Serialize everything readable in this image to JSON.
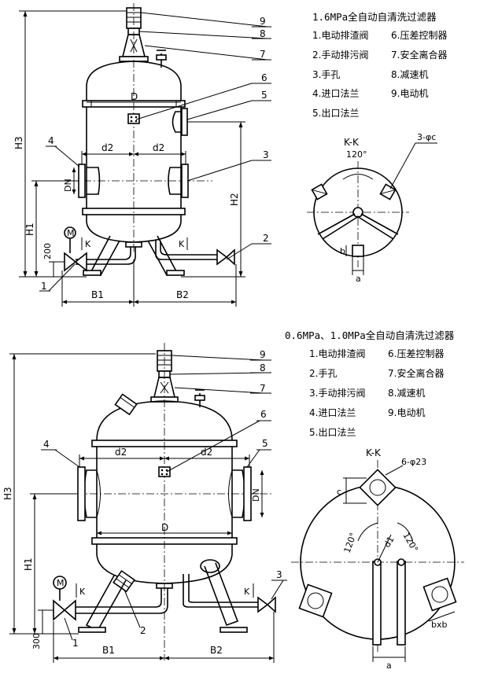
{
  "top": {
    "title": "1.6MPa全自动自清洗过滤器",
    "legend": [
      "1.电动排渣阀",
      "2.手动排污阀",
      "3.手孔",
      "4.进口法兰",
      "5.出口法兰",
      "6.压差控制器",
      "7.安全离合器",
      "8.减速机",
      "9.电动机"
    ],
    "callouts": [
      "9",
      "8",
      "7",
      "6",
      "5",
      "4",
      "3",
      "2",
      "1"
    ],
    "dims": {
      "d2a": "d2",
      "d2b": "d2",
      "D": "D",
      "DN": "DN",
      "H1": "H1",
      "H2": "H2",
      "H3": "H3",
      "h200": "200",
      "B1": "B1",
      "B2": "B2",
      "K1": "K",
      "K2": "K",
      "motor": "M"
    },
    "section": {
      "title": "K-K",
      "angle": "120°",
      "holes": "3-φc",
      "b": "b",
      "a": "a"
    }
  },
  "bottom": {
    "title": "0.6MPa、1.0MPa全自动自清洗过滤器",
    "legend": [
      "1.电动排渣阀",
      "2.手孔",
      "3.手动排污阀",
      "4.进口法兰",
      "5.出口法兰",
      "6.压差控制器",
      "7.安全离合器",
      "8.减速机",
      "9.电动机"
    ],
    "callouts": [
      "9",
      "8",
      "7",
      "6",
      "5",
      "4",
      "3",
      "2",
      "1"
    ],
    "dims": {
      "d2a": "d2",
      "d2b": "d2",
      "D": "D",
      "DN": "DN",
      "H1": "H1",
      "H3": "H3",
      "h300": "300",
      "B1": "B1",
      "B2": "B2",
      "K1": "K",
      "K2": "K",
      "motor": "M"
    },
    "section": {
      "title": "K-K",
      "holes": "6-φ23",
      "c": "c",
      "d1": "d1",
      "angle1": "120°",
      "angle2": "120°",
      "bxb": "bxb",
      "a": "a"
    }
  }
}
